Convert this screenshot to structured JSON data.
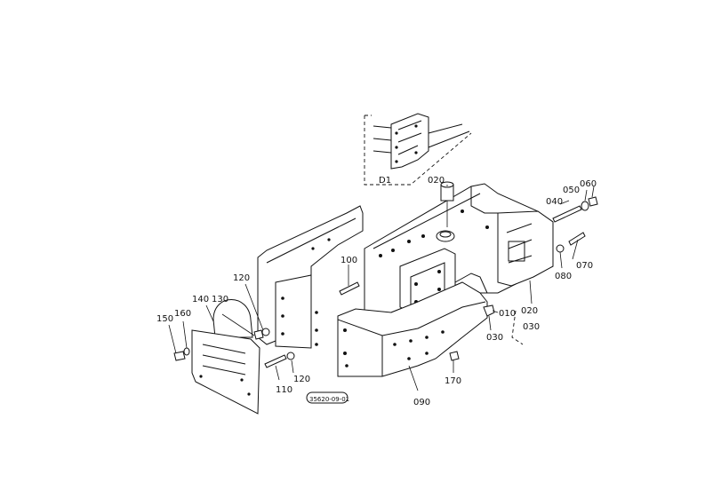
{
  "diagram": {
    "part_labels": [
      {
        "id": "p020_top",
        "text": "020"
      },
      {
        "id": "p040",
        "text": "040"
      },
      {
        "id": "p050",
        "text": "050"
      },
      {
        "id": "p060",
        "text": "060"
      },
      {
        "id": "p070",
        "text": "070"
      },
      {
        "id": "p080",
        "text": "080"
      },
      {
        "id": "p010",
        "text": "010"
      },
      {
        "id": "p020_right",
        "text": "020"
      },
      {
        "id": "p030_right",
        "text": "030"
      },
      {
        "id": "p030",
        "text": "030"
      },
      {
        "id": "p090",
        "text": "090"
      },
      {
        "id": "p100",
        "text": "100"
      },
      {
        "id": "p110",
        "text": "110"
      },
      {
        "id": "p120_a",
        "text": "120"
      },
      {
        "id": "p120_b",
        "text": "120"
      },
      {
        "id": "p130",
        "text": "130"
      },
      {
        "id": "p140",
        "text": "140"
      },
      {
        "id": "p150",
        "text": "150"
      },
      {
        "id": "p160",
        "text": "160"
      },
      {
        "id": "p170",
        "text": "170"
      }
    ],
    "inset_label": "D1",
    "drawing_code": "35620-09-01"
  }
}
